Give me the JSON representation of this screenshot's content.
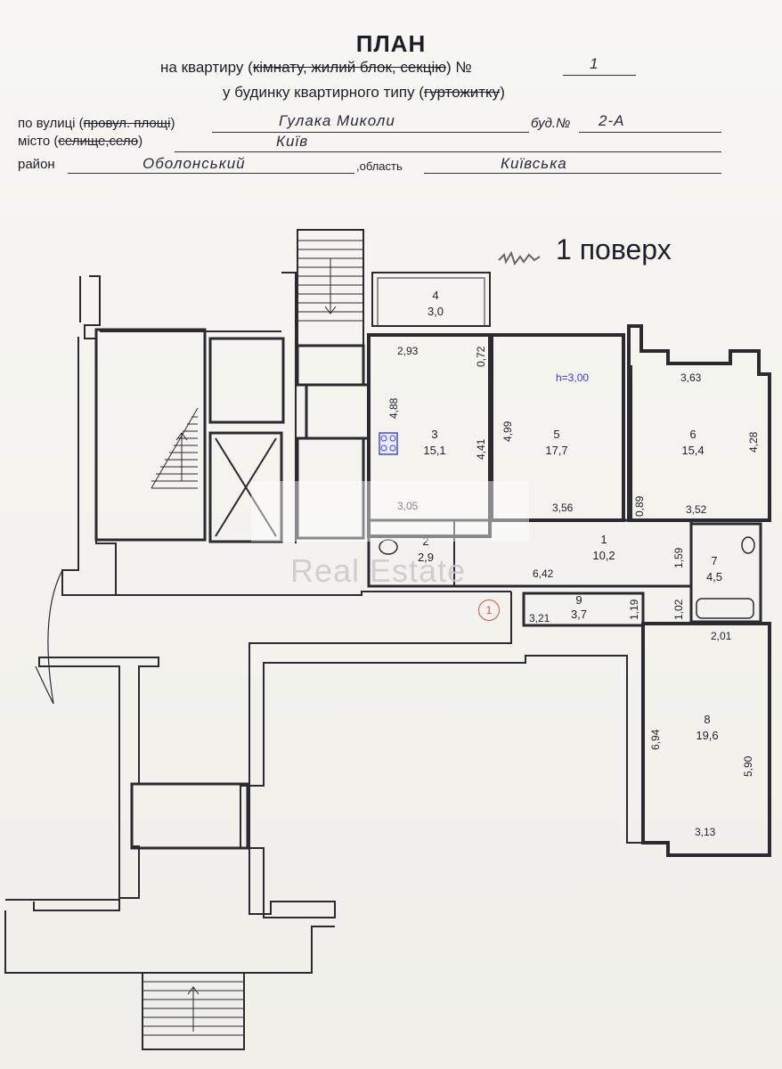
{
  "header": {
    "title": "ПЛАН",
    "line1_prefix": "на квартиру (",
    "line1_struck": "кімнату, жилий блок, секцію",
    "line1_suffix": ") №",
    "apartment_no": "1",
    "line2_prefix": "у будинку квартирного типу (",
    "line2_struck": "гуртожитку",
    "line2_suffix": ")"
  },
  "address": {
    "street_label": "по вулиці (",
    "street_struck": "провул. площі",
    "street_label_end": ")",
    "street_value": "Гулака Миколи",
    "building_label": "буд.№",
    "building_value": "2-А",
    "city_label": "місто (",
    "city_struck": "селище,село",
    "city_label_end": ")",
    "city_value": "Київ",
    "district_label": "район",
    "district_value": "Оболонський",
    "region_label": ",область",
    "region_value": "Київська"
  },
  "floor_label": "1 поверх",
  "ceiling_height": "h=3,00",
  "watermark": "Real Estate",
  "marker": "1",
  "rooms": [
    {
      "no": "1",
      "area": "10,2"
    },
    {
      "no": "2",
      "area": "2,9"
    },
    {
      "no": "3",
      "area": "15,1"
    },
    {
      "no": "4",
      "area": "3,0"
    },
    {
      "no": "5",
      "area": "17,7"
    },
    {
      "no": "6",
      "area": "15,4"
    },
    {
      "no": "7",
      "area": "4,5"
    },
    {
      "no": "8",
      "area": "19,6"
    },
    {
      "no": "9",
      "area": "3,7"
    }
  ],
  "dimensions": {
    "r3_top": "2,93",
    "r3_left": "4,88",
    "r3_right": "4,41",
    "r4_side": "0,72",
    "r5_left": "4,99",
    "r5_bottom": "3,56",
    "r6_top": "3,63",
    "r6_right": "4,28",
    "r6_bottom": "3,52",
    "r6_left": "0,89",
    "r2_top": "3,05",
    "r1_bottom": "6,42",
    "r1_right": "1,59",
    "r7_left": "1,02",
    "r7_bottom": "2,01",
    "r9_left": "3,21",
    "r9_right": "1,19",
    "r8_left": "6,94",
    "r8_right": "5,90",
    "r8_bottom": "3,13"
  }
}
